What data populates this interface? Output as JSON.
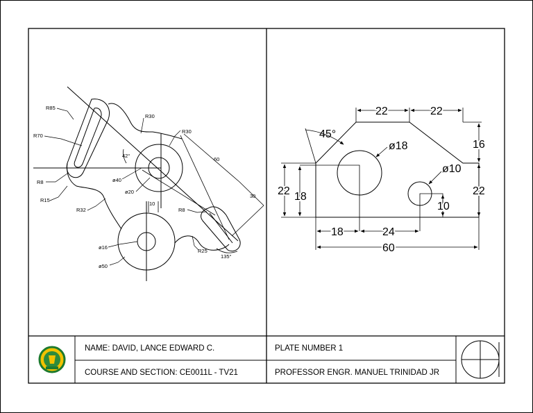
{
  "left_drawing": {
    "labels": {
      "r85": "R85",
      "r70": "R70",
      "r8a": "R8",
      "r15": "R15",
      "r32": "R32",
      "r30a": "R30",
      "r30b": "R30",
      "a42": "42°",
      "d40": "ø40",
      "d20": "ø20",
      "d10": "10",
      "d60": "60",
      "d30": "30",
      "r8b": "R8",
      "d16": "ø16",
      "d50": "ø50",
      "r25": "R25",
      "a135": "135°"
    }
  },
  "right_drawing": {
    "labels": {
      "top22a": "22",
      "top22b": "22",
      "a45": "45°",
      "d18": "ø18",
      "d10": "ø10",
      "r16": "16",
      "r22": "22",
      "l22": "22",
      "l18": "18",
      "v10": "10",
      "b18": "18",
      "b24": "24",
      "b60": "60"
    }
  },
  "title_block": {
    "name": "NAME: DAVID, LANCE EDWARD C.",
    "course": "COURSE AND SECTION: CE0011L - TV21",
    "plate": "PLATE NUMBER 1",
    "professor": "PROFESSOR ENGR. MANUEL TRINIDAD JR"
  }
}
